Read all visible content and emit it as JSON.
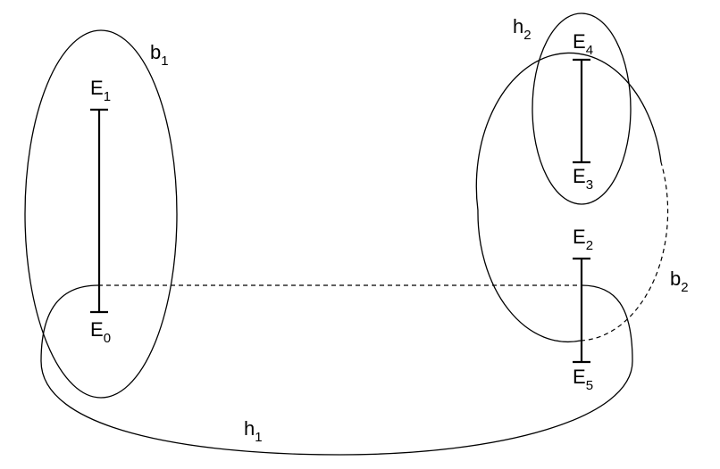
{
  "labels": {
    "b1": {
      "base": "b",
      "sub": "1"
    },
    "b2": {
      "base": "b",
      "sub": "2"
    },
    "h1": {
      "base": "h",
      "sub": "1"
    },
    "h2": {
      "base": "h",
      "sub": "2"
    },
    "E0": {
      "base": "E",
      "sub": "0"
    },
    "E1": {
      "base": "E",
      "sub": "1"
    },
    "E2": {
      "base": "E",
      "sub": "2"
    },
    "E3": {
      "base": "E",
      "sub": "3"
    },
    "E4": {
      "base": "E",
      "sub": "4"
    },
    "E5": {
      "base": "E",
      "sub": "5"
    }
  },
  "colors": {
    "stroke": "#000000",
    "background": "#ffffff"
  }
}
